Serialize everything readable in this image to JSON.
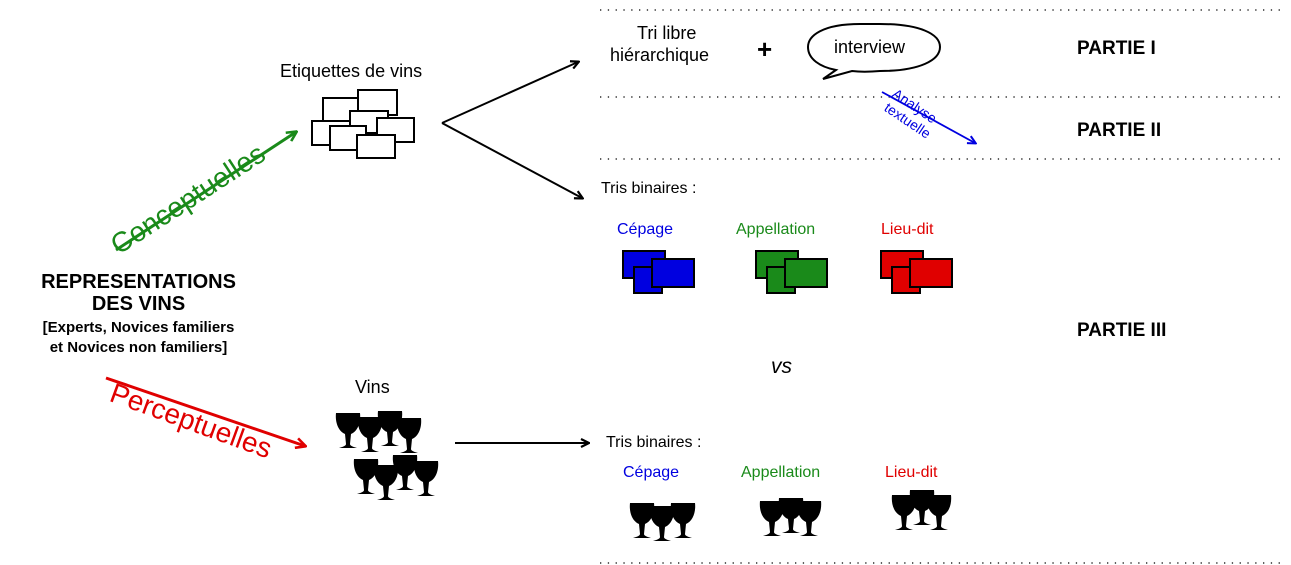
{
  "title": {
    "line1": "REPRESENTATIONS",
    "line2": "DES VINS",
    "line3": "[Experts, Novices familiers",
    "line4": "et Novices non familiers]"
  },
  "branches": {
    "conceptual": "Conceptuelles",
    "perceptual": "Perceptuelles"
  },
  "sources": {
    "labels": "Etiquettes de vins",
    "wines": "Vins"
  },
  "part1": {
    "tri_line1": "Tri libre",
    "tri_line2": "hiérarchique",
    "plus": "+",
    "interview": "interview",
    "analyse_line1": "Analyse",
    "analyse_line2": "textuelle"
  },
  "parts": {
    "p1": "PARTIE I",
    "p2": "PARTIE II",
    "p3": "PARTIE III"
  },
  "binary_upper": {
    "title": "Tris binaires :",
    "cepage": "Cépage",
    "appellation": "Appellation",
    "lieudit": "Lieu-dit"
  },
  "versus": "vs",
  "binary_lower": {
    "title": "Tris binaires :",
    "cepage": "Cépage",
    "appellation": "Appellation",
    "lieudit": "Lieu-dit"
  },
  "colors": {
    "green": "#1a8a1a",
    "red": "#e00000",
    "blue": "#0000e0",
    "black": "#000000"
  },
  "icons": [
    "label-stack-icon",
    "wine-glass-icon",
    "speech-bubble-icon"
  ]
}
